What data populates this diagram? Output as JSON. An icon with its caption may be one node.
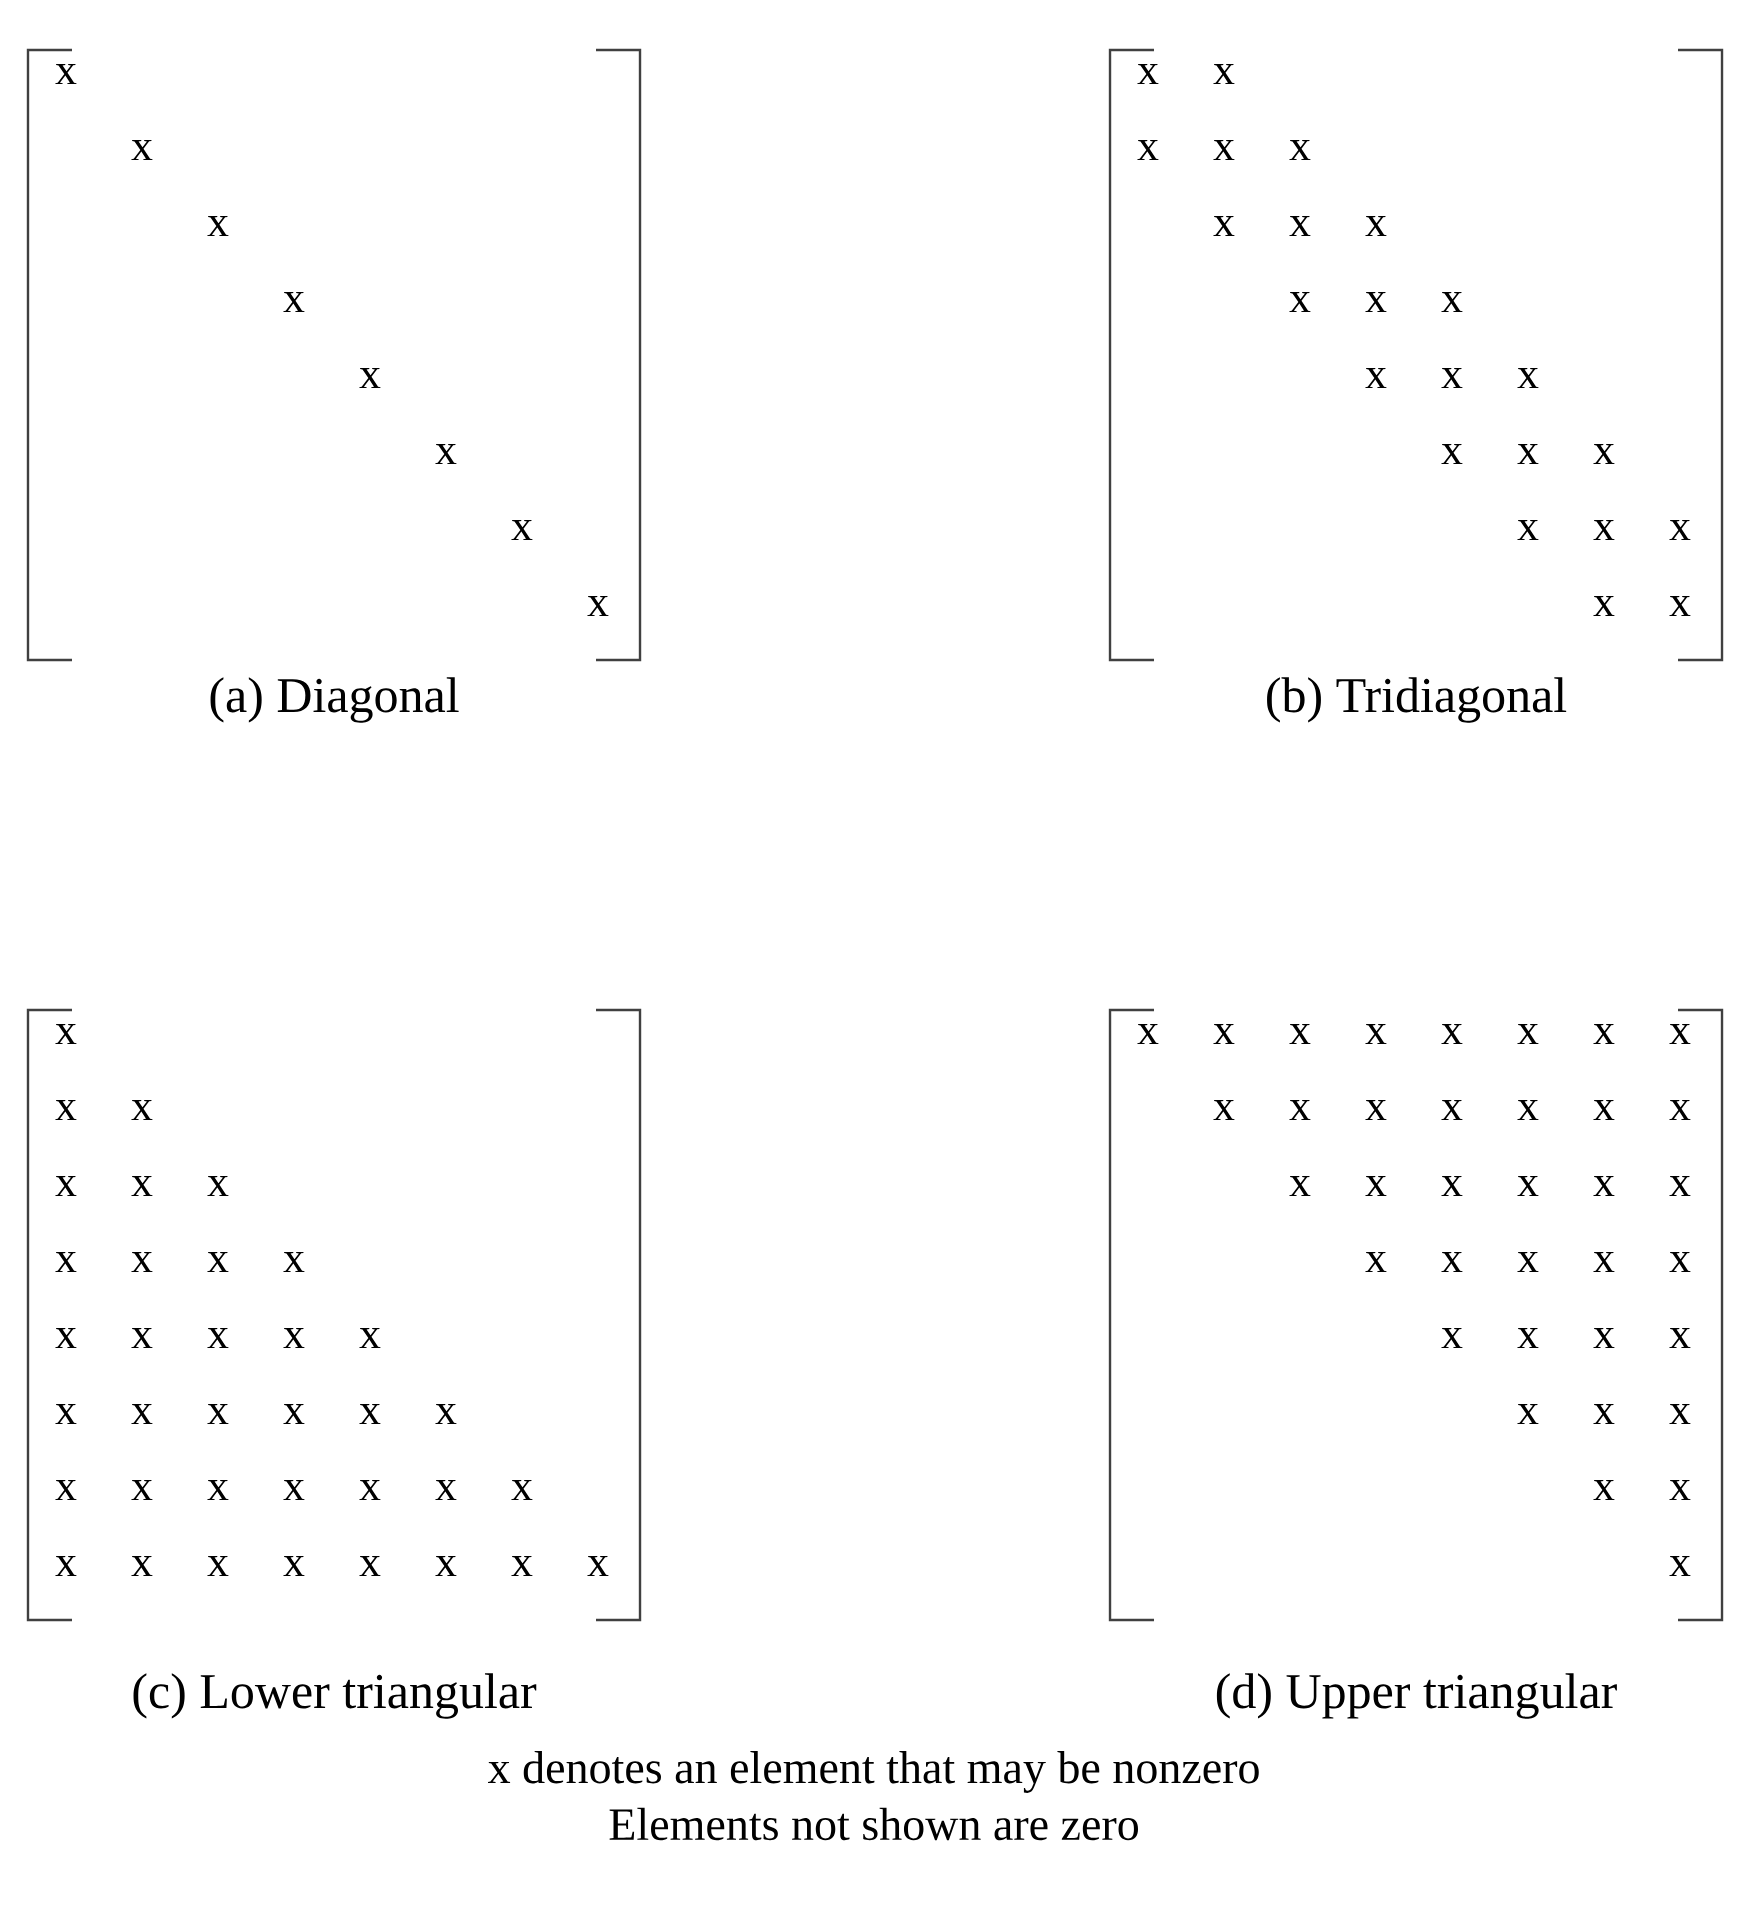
{
  "diagram": {
    "labels": [
      "x",
      "x",
      "x",
      "x",
      "x",
      "x",
      "x",
      "x",
      "(a) Diagonal",
      "x",
      "x",
      "x",
      "x",
      "x",
      "x",
      "x",
      "x",
      "x",
      "x",
      "x",
      "x",
      "x",
      "x",
      "x",
      "x",
      "x",
      "x",
      "x",
      "x",
      "x",
      "x",
      "(b) Tridiagonal",
      "x",
      "x",
      "x",
      "x",
      "x",
      "x",
      "x",
      "x",
      "x",
      "x",
      "x",
      "x",
      "x",
      "x",
      "x",
      "x",
      "x",
      "x",
      "x",
      "x",
      "x",
      "x",
      "x",
      "x",
      "x",
      "x",
      "x",
      "x",
      "x",
      "x",
      "x",
      "x",
      "x",
      "x",
      "x",
      "x",
      "(c) Lower triangular",
      "x",
      "x",
      "x",
      "x",
      "x",
      "x",
      "x",
      "x",
      "x",
      "x",
      "x",
      "x",
      "x",
      "x",
      "x",
      "x",
      "x",
      "x",
      "x",
      "x",
      "x",
      "x",
      "x",
      "x",
      "x",
      "x",
      "x",
      "x",
      "x",
      "x",
      "x",
      "x",
      "x",
      "x",
      "x",
      "x",
      "(d) Upper triangular",
      "x denotes an element that may be nonzero",
      "Elements not shown are zero"
    ]
  }
}
